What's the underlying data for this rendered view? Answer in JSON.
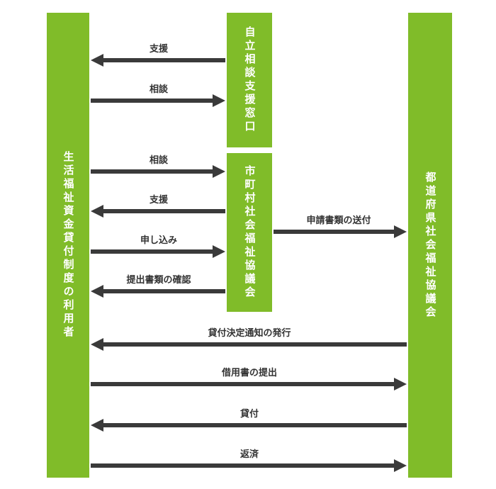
{
  "actors": {
    "user": "生活福祉資金貸付制度の利用者",
    "counter": "自立相談支援窓口",
    "municipal": "市町村社会福祉協議会",
    "prefectural": "都道府県社会福祉協議会"
  },
  "flows": {
    "support1": "支援",
    "consult1": "相談",
    "consult2": "相談",
    "support2": "支援",
    "apply": "申し込み",
    "confirm": "提出書類の確認",
    "send_docs": "申請書類の送付",
    "issue": "貸付決定通知の発行",
    "submit": "借用書の提出",
    "loan": "貸付",
    "repay": "返済"
  },
  "colors": {
    "box": "#80bc29",
    "arrow": "#3a3a3a",
    "text": "#333333"
  }
}
